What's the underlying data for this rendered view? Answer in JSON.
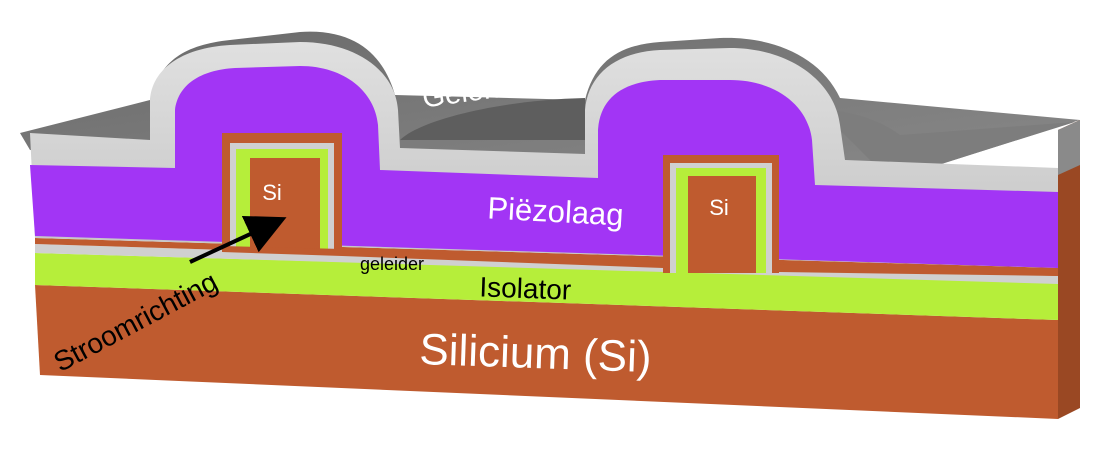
{
  "labels": {
    "geleider_top": "Geleider",
    "piezolaag": "Piëzolaag",
    "si_left": "Si",
    "si_right": "Si",
    "geleider_small": "geleider",
    "isolator": "Isolator",
    "silicium": "Silicium (Si)",
    "stroomrichting": "Stroomrichting"
  },
  "colors": {
    "silicon": "#bf5b2f",
    "silicon_shadow": "#a84d26",
    "isolator": "#b6ee3a",
    "piezo": "#a235f5",
    "conductor_light": "#d2d2d2",
    "conductor_dark": "#6f6f6f",
    "arrow": "#000000",
    "text_light": "#ffffff",
    "text_dark": "#000000"
  }
}
